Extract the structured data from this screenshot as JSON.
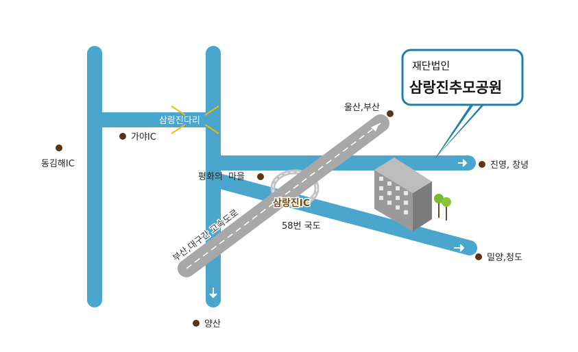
{
  "bridge_label": "삼랑진다리",
  "interchange_label": "삼랑진IC",
  "expressway_label": "부산,대구간 고속도로",
  "national_road_label": "58번 국도",
  "places": {
    "donggimhae_ic": "동김해IC",
    "gaya_ic": "가야IC",
    "pyeonghwa_village": "평화의  마을",
    "ulsan_busan": "울산,부산",
    "jinyeong_changnyeong": "진영, 창녕",
    "miryang_cheongdo": "밀양,청도",
    "yangsan": "양산"
  },
  "callout": {
    "subtitle": "재단법인",
    "title": "삼랑진추모공원"
  },
  "colors": {
    "road": "#4aa6cc",
    "expressway": "#a8a8a8",
    "callout_border": "#1e7fa8",
    "place_dot": "#5a3416",
    "bridge_marker": "#f5b800"
  }
}
